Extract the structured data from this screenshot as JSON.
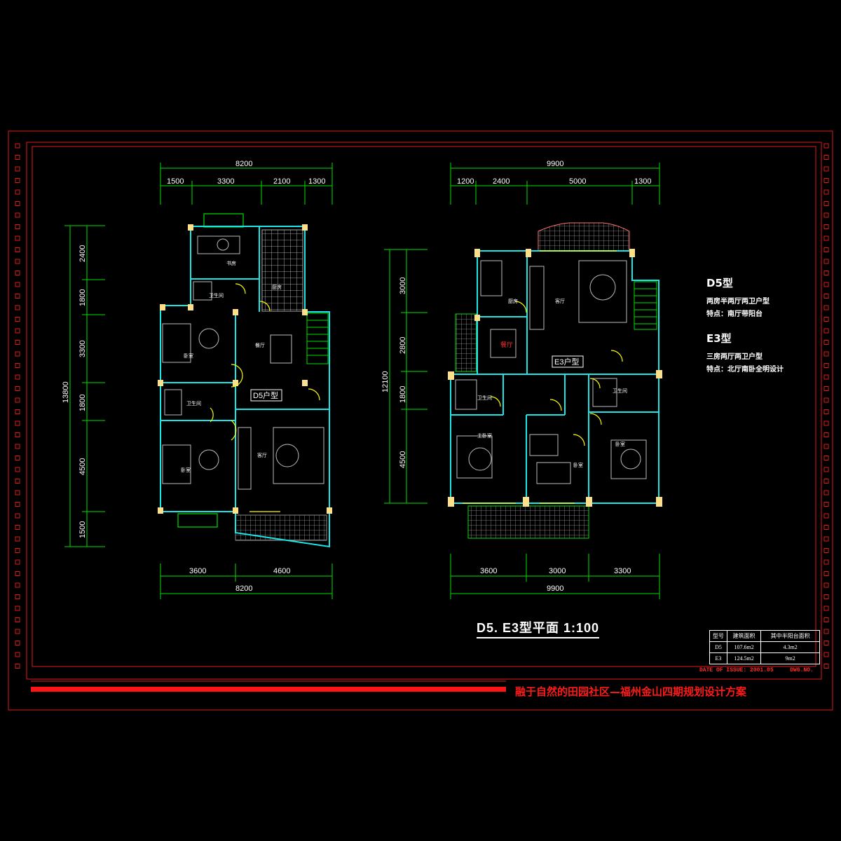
{
  "drawing_title": "D5. E3型平面 1:100",
  "project_title": "融于自然的田园社区—福州金山四期规划设计方案",
  "d5": {
    "tag": "D5户型",
    "top_total": "8200",
    "top_segments": [
      "1500",
      "3300",
      "2100",
      "1300"
    ],
    "bottom_segments": [
      "3600",
      "4600"
    ],
    "bottom_total": "8200",
    "left_segments": [
      "2400",
      "1800",
      "3300",
      "1800",
      "4500",
      "1500"
    ],
    "left_total": "13800",
    "rooms": {
      "study": "书房",
      "kitchen": "厨房",
      "bath1": "卫生间",
      "dining": "餐厅",
      "bedroom1": "卧室",
      "bath2": "卫生间",
      "bedroom2": "卧室",
      "living": "客厅"
    }
  },
  "e3": {
    "tag": "E3户型",
    "top_total": "9900",
    "top_segments": [
      "1200",
      "2400",
      "5000",
      "1300"
    ],
    "bottom_segments": [
      "3600",
      "3000",
      "3300"
    ],
    "bottom_total": "9900",
    "left_segments": [
      "3000",
      "2800",
      "1800",
      "4500"
    ],
    "left_total": "12100",
    "rooms": {
      "kitchen": "厨房",
      "living": "客厅",
      "dining": "餐厅",
      "bath1": "卫生间",
      "bath2": "卫生间",
      "master": "主卧室",
      "bedroom2": "卧室",
      "bedroom3": "卧室"
    }
  },
  "info": {
    "d5_title": "D5型",
    "d5_desc": "两房半两厅两卫户型",
    "d5_feature": "特点：南厅带阳台",
    "e3_title": "E3型",
    "e3_desc": "三房两厅两卫户型",
    "e3_feature": "特点：北厅南卧全明设计"
  },
  "area_table": {
    "headers": [
      "型号",
      "建筑面积",
      "其中半阳台面积"
    ],
    "rows": [
      [
        "D5",
        "107.6m2",
        "4.3m2"
      ],
      [
        "E3",
        "124.5m2",
        "9m2"
      ]
    ]
  },
  "issue_label": "DATE OF ISSUE: 2001.05",
  "dwg_label": "DWG.NO."
}
